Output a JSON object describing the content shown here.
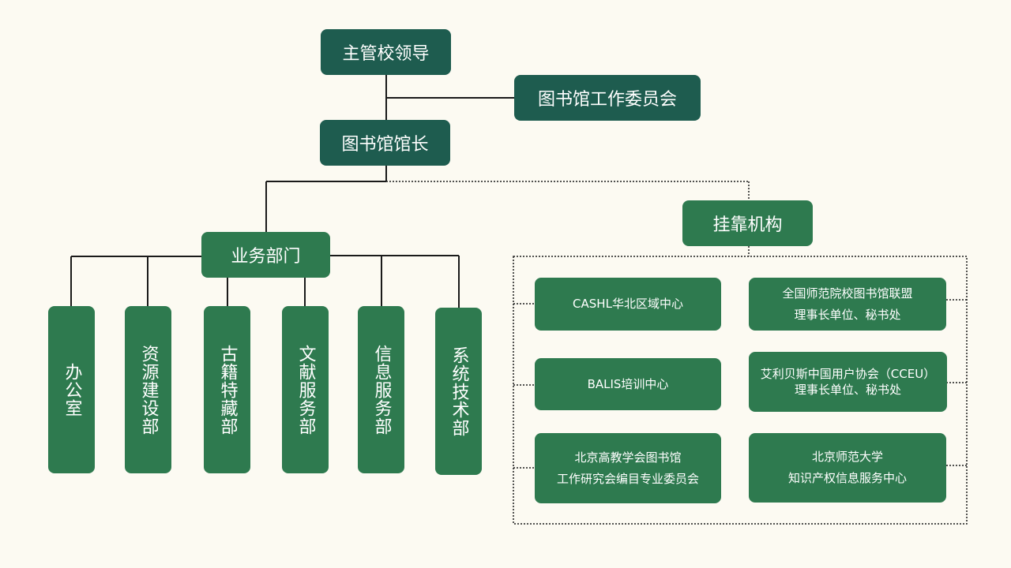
{
  "top": {
    "leader": "主管校领导",
    "committee": "图书馆工作委员会",
    "director": "图书馆馆长",
    "business": "业务部门",
    "affiliated": "挂靠机构"
  },
  "departments": [
    "办公室",
    "资源建设部",
    "古籍特藏部",
    "文献服务部",
    "信息服务部",
    "系统技术部"
  ],
  "affiliates": [
    {
      "line1": "CASHL华北区域中心",
      "line2": ""
    },
    {
      "line1": "全国师范院校图书馆联盟",
      "line2": "理事长单位、秘书处"
    },
    {
      "line1": "BALIS培训中心",
      "line2": ""
    },
    {
      "line1": "艾利贝斯中国用户协会（CCEU）",
      "line2": "理事长单位、秘书处"
    },
    {
      "line1": "北京高教学会图书馆",
      "line2": "工作研究会编目专业委员会"
    },
    {
      "line1": "北京师范大学",
      "line2": "知识产权信息服务中心"
    }
  ],
  "colors": {
    "dark_box": "#1e5c4f",
    "mid_box": "#2e7a4f",
    "background": "#fcfaf2",
    "line": "#1a1a1a"
  }
}
